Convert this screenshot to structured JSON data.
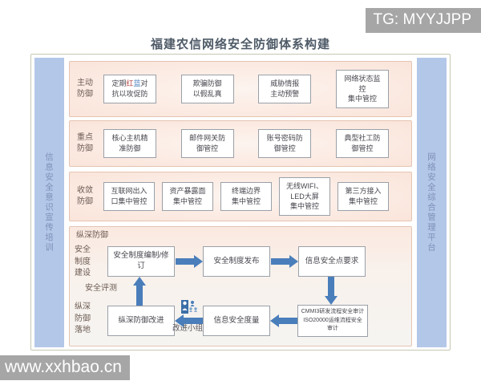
{
  "watermarks": {
    "top_right": "TG: MYYJJPP",
    "bottom_left": "www.xxhbao.cn"
  },
  "title": "福建农信网络安全防御体系构建",
  "sidebars": {
    "left": "信息安全意识宣传培训",
    "right": "网络安全综合管理平台"
  },
  "rows": [
    {
      "label": "主动防御",
      "boxes": [
        {
          "seg_pre": "定期",
          "seg_red": "红",
          "seg_blue": "蓝",
          "seg_mid": "对",
          "line2": "抗以攻促防"
        },
        {
          "lines": [
            "欺骗防御",
            "以假乱真"
          ]
        },
        {
          "lines": [
            "威胁情报",
            "主动预警"
          ]
        },
        {
          "lines": [
            "网络状态监",
            "控",
            "集中管控"
          ]
        }
      ]
    },
    {
      "label": "重点防御",
      "boxes": [
        {
          "lines": [
            "核心主机精",
            "准防御"
          ]
        },
        {
          "lines": [
            "邮件网关防",
            "御管控"
          ]
        },
        {
          "lines": [
            "账号密码防",
            "御管控"
          ]
        },
        {
          "lines": [
            "典型社工防",
            "御管控"
          ]
        }
      ]
    },
    {
      "label": "收敛防御",
      "boxes": [
        {
          "lines": [
            "互联网出入",
            "口集中管控"
          ]
        },
        {
          "lines": [
            "资产暴露面",
            "集中管控"
          ]
        },
        {
          "lines": [
            "终端边界",
            "集中管控"
          ]
        },
        {
          "lines": [
            "无线WIFI、",
            "LED大屏",
            "集中管控"
          ]
        },
        {
          "lines": [
            "第三方接入",
            "集中管控"
          ]
        }
      ]
    }
  ],
  "flow": {
    "section_label": "纵深防御",
    "stage_labels": {
      "build": "安全制度建设",
      "evaluate": "安全评测",
      "implement": "纵深防御落地"
    },
    "nodes": {
      "draft": "安全制度编制/修订",
      "publish": "安全制度发布",
      "requirements": "信息安全点要求",
      "audit_line1": "CMMI3研发流程安全审计",
      "audit_line2": "ISO20000运维流程安全审计",
      "measure": "信息安全度量",
      "improve": "纵深防御改进"
    },
    "team_label": "改进小组"
  },
  "colors": {
    "arrow_blue": "#4a7ebb",
    "sidebar_blue": "#b3c7e8",
    "row_pink": "#fae5db",
    "row_border": "#e4c4b2",
    "red_team_char": "#b94a48",
    "blue_team_char": "#4f81bd",
    "watermark_gray": "#a6a6a6"
  }
}
